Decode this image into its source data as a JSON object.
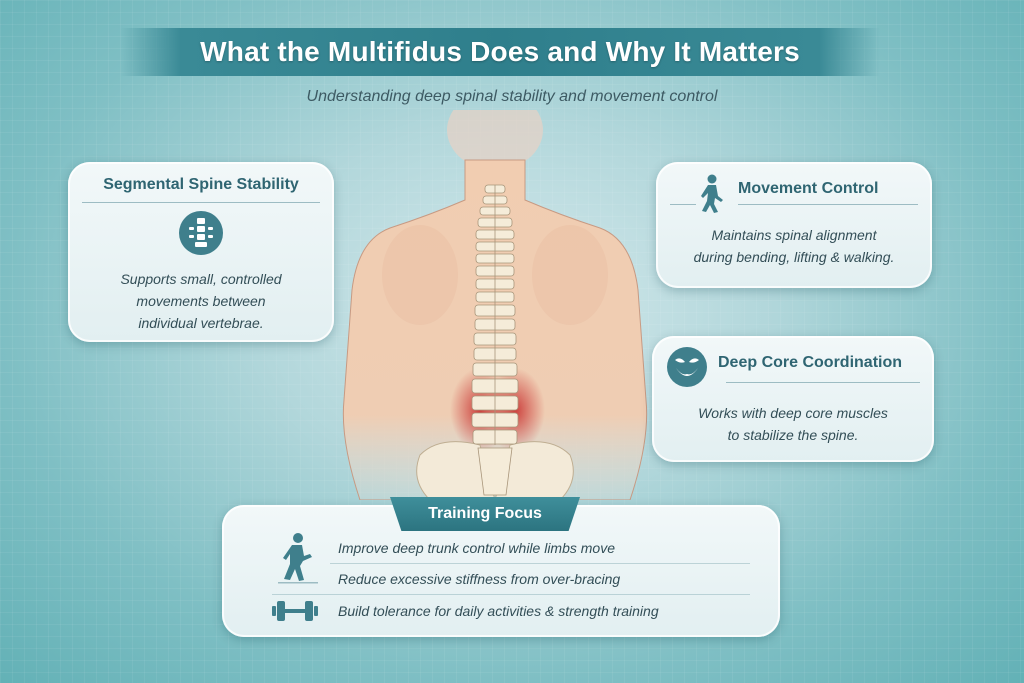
{
  "header": {
    "title": "What the Multifidus Does and Why It Matters",
    "subtitle": "Understanding deep spinal stability and movement control"
  },
  "cards": [
    {
      "id": "segmental",
      "title": "Segmental Spine Stability",
      "icon": "spine-icon",
      "desc_lines": [
        "Supports small, controlled",
        "movements between",
        "individual vertebrae."
      ]
    },
    {
      "id": "movement",
      "title": "Movement Control",
      "icon": "walking-person-icon",
      "desc_lines": [
        "Maintains spinal alignment",
        "during bending, lifting & walking."
      ]
    },
    {
      "id": "core",
      "title": "Deep Core Coordination",
      "icon": "core-muscle-icon",
      "desc_lines": [
        "Works with deep core muscles",
        "to stabilize the spine."
      ]
    }
  ],
  "training": {
    "label": "Training Focus",
    "items": [
      {
        "icon": "running-person-icon",
        "text": "Improve deep trunk control while limbs move"
      },
      {
        "icon": "",
        "text": "Reduce excessive stiffness from over-bracing"
      },
      {
        "icon": "dumbbell-icon",
        "text": "Build tolerance for daily activities & strength training"
      }
    ]
  },
  "colors": {
    "accent": "#2f7f8c",
    "text": "#334e57",
    "highlight": "#c0392b"
  }
}
